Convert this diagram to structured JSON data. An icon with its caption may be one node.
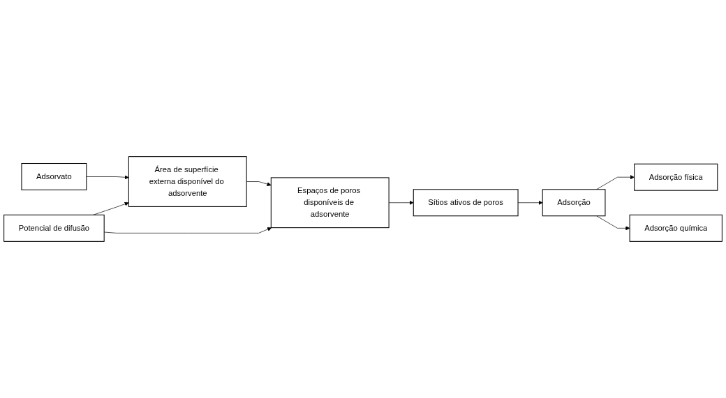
{
  "diagram": {
    "nodes": [
      {
        "text": [
          "Adsorvato"
        ]
      },
      {
        "text": [
          "Potencial de difusão"
        ]
      },
      {
        "text": [
          "Área de superfície externa disponível do adsorvente"
        ]
      },
      {
        "text": [
          "Espaços de poros disponíveis de adsorvente"
        ]
      },
      {
        "text": [
          "Sítios ativos de poros"
        ]
      },
      {
        "text": [
          "Adsorção física"
        ]
      },
      {
        "text": [
          "Adsorção química"
        ]
      },
      {
        "text": [
          "Adsorção"
        ]
      }
    ],
    "edges": [
      {
        "from": 0,
        "to": 2,
        "arrow": "to"
      },
      {
        "from": 1,
        "to": 2,
        "arrow": "to"
      },
      {
        "from": 2,
        "to": 3,
        "arrow": "to"
      },
      {
        "from": 1,
        "to": 3,
        "arrow": "to"
      },
      {
        "from": 3,
        "to": 4,
        "arrow": "to"
      },
      {
        "from": 4,
        "to": 7,
        "arrow": "to"
      },
      {
        "from": 7,
        "to": 5,
        "arrow": "to"
      },
      {
        "from": 7,
        "to": 6,
        "arrow": "to"
      }
    ]
  }
}
